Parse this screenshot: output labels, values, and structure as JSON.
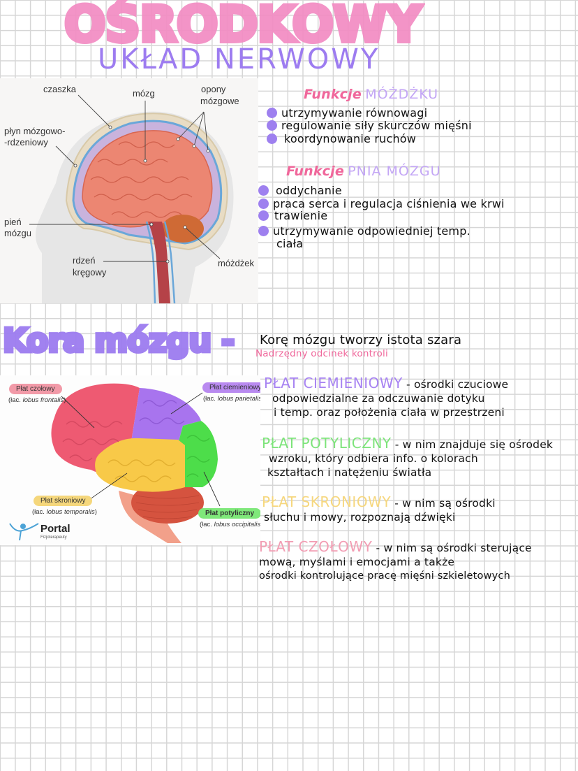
{
  "title": {
    "main": "OŚRODKOWY",
    "subtitle": "UKŁAD NERWOWY",
    "main_color": "#f38cc3",
    "subtitle_color": "#9d7cf0"
  },
  "head_figure": {
    "labels": {
      "czaszka": "czaszka",
      "mozg": "mózg",
      "opony": "opony",
      "opony2": "mózgowe",
      "plyn1": "płyn mózgowo-",
      "plyn2": "-rdzeniowy",
      "pien1": "pień",
      "pien2": "mózgu",
      "rdzen1": "rdzeń",
      "rdzen2": "kręgowy",
      "mozdzek": "móżdżek"
    }
  },
  "cerebellum_functions": {
    "heading_pink": "Funkcje",
    "heading_purple": "MÓŻDŻKU",
    "items": [
      "utrzymywanie równowagi",
      "regulowanie siły skurczów mięśni",
      "koordynowanie ruchów"
    ]
  },
  "brainstem_functions": {
    "heading_pink": "Funkcje",
    "heading_purple": "PNIA MÓZGU",
    "items": [
      "oddychanie",
      "praca serca i regulacja ciśnienia we krwi",
      "trawienie",
      "utrzymywanie odpowiedniej temp.",
      "ciała"
    ]
  },
  "cortex": {
    "title": "Kora mózgu -",
    "definition": "Korę mózgu tworzy istota szara",
    "subtitle": "Nadrzędny odcinek kontroli",
    "subtitle_color": "#f0679b"
  },
  "lobes_figure": {
    "frontal": {
      "pill": "Płat czołowy",
      "latin_prefix": "(łac. ",
      "latin": "lobus frontalis",
      "suffix": ")",
      "color": "#f29aa8"
    },
    "parietal": {
      "pill": "Płat ciemieniowy",
      "latin_prefix": "(łac. ",
      "latin": "lobus parietalis",
      "suffix": ")",
      "color": "#b98af0"
    },
    "temporal": {
      "pill": "Płat skroniowy",
      "latin_prefix": "(łac. ",
      "latin": "lobus temporalis",
      "suffix": ")",
      "color": "#f5d77c"
    },
    "occipital": {
      "pill": "Płat potyliczny",
      "latin_prefix": "(łac. ",
      "latin": "lobus occipitalis",
      "suffix": ")",
      "color": "#7fe87a"
    },
    "logo": {
      "name": "Portal",
      "tagline": "Fizjoterapeuty"
    }
  },
  "lobes": [
    {
      "title": "PŁAT CIEMIENIOWY",
      "color": "#a783f2",
      "lines": [
        "- ośrodki czuciowe",
        "odpowiedzialne za odczuwanie dotyku",
        "i temp. oraz położenia ciała w przestrzeni"
      ]
    },
    {
      "title": "PŁAT POTYLICZNY",
      "color": "#7de47a",
      "lines": [
        "- w nim znajduje się ośrodek",
        "wzroku, który odbiera info. o kolorach",
        "kształtach i natężeniu światła"
      ]
    },
    {
      "title": "PŁAT SKRONIOWY",
      "color": "#f6d77e",
      "lines": [
        "- w nim są ośrodki",
        "słuchu i mowy, rozpoznają dźwięki"
      ]
    },
    {
      "title": "PŁAT CZOŁOWY",
      "color": "#f29db3",
      "lines": [
        "- w nim są ośrodki sterujące",
        "mową, myślami i emocjami a także",
        "ośrodki kontrolujące pracę mięśni szkieletowych"
      ]
    }
  ]
}
